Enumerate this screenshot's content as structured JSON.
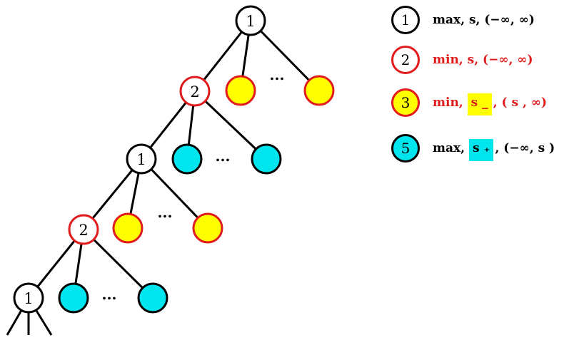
{
  "colors": {
    "max_stroke": "#000000",
    "min_stroke": "#e01b1b",
    "yellow_fill": "#ffff00",
    "cyan_fill": "#00e5ee",
    "white_fill": "#ffffff",
    "red_text": "#e01b1b",
    "black_text": "#000000"
  },
  "tree": {
    "nodes": [
      {
        "label": "1",
        "kind": "max"
      },
      {
        "label": "2",
        "kind": "min"
      },
      {
        "label": "",
        "kind": "yellow"
      },
      {
        "label": "",
        "kind": "yellow"
      },
      {
        "label": "1",
        "kind": "max"
      },
      {
        "label": "",
        "kind": "cyan"
      },
      {
        "label": "",
        "kind": "cyan"
      },
      {
        "label": "2",
        "kind": "min"
      },
      {
        "label": "",
        "kind": "yellow"
      },
      {
        "label": "",
        "kind": "yellow"
      },
      {
        "label": "1",
        "kind": "max"
      },
      {
        "label": "",
        "kind": "cyan"
      },
      {
        "label": "",
        "kind": "cyan"
      }
    ],
    "ellipses": [
      "...",
      "...",
      "...",
      "..."
    ]
  },
  "legend": [
    {
      "id": "1",
      "kind": "max",
      "text_color": "#000000",
      "parts": [
        {
          "text": "max, s, (−∞,  ∞)"
        }
      ]
    },
    {
      "id": "2",
      "kind": "min",
      "text_color": "#e01b1b",
      "parts": [
        {
          "text": "min, s, (−∞,  ∞)"
        }
      ]
    },
    {
      "id": "3",
      "kind": "yellow",
      "text_color": "#e01b1b",
      "parts": [
        {
          "text": "min, "
        },
        {
          "text": "s _",
          "highlight": "#ffff00"
        },
        {
          "text": ", ( s ,  ∞)"
        }
      ]
    },
    {
      "id": "5",
      "kind": "cyan",
      "text_color": "#000000",
      "parts": [
        {
          "text": "max, "
        },
        {
          "text": "s ₊",
          "highlight": "#00e5ee"
        },
        {
          "text": ", (−∞,  s )"
        }
      ]
    }
  ]
}
